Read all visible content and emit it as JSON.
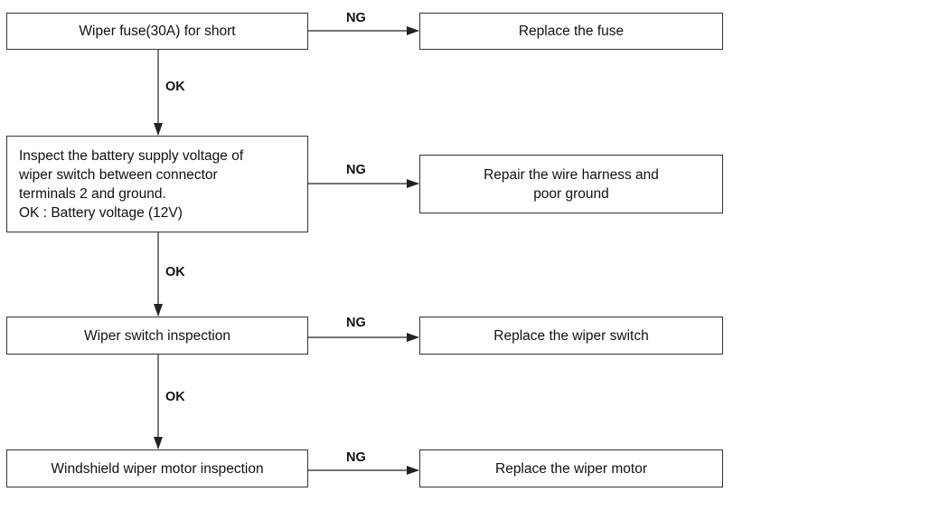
{
  "steps": [
    {
      "check": [
        "Wiper fuse(30A) for short"
      ],
      "fail_label": "NG",
      "action": [
        "Replace the fuse"
      ],
      "pass_label": "OK"
    },
    {
      "check": [
        "Inspect the battery supply voltage of",
        "wiper switch between connector",
        "terminals 2 and ground.",
        "OK : Battery voltage (12V)"
      ],
      "fail_label": "NG",
      "action": [
        "Repair the wire harness and",
        "poor ground"
      ],
      "pass_label": "OK"
    },
    {
      "check": [
        "Wiper switch inspection"
      ],
      "fail_label": "NG",
      "action": [
        "Replace the wiper switch"
      ],
      "pass_label": "OK"
    },
    {
      "check": [
        "Windshield wiper motor inspection"
      ],
      "fail_label": "NG",
      "action": [
        "Replace the wiper motor"
      ]
    }
  ],
  "colors": {
    "line": "#222222",
    "border": "#333333",
    "text": "#111111"
  }
}
